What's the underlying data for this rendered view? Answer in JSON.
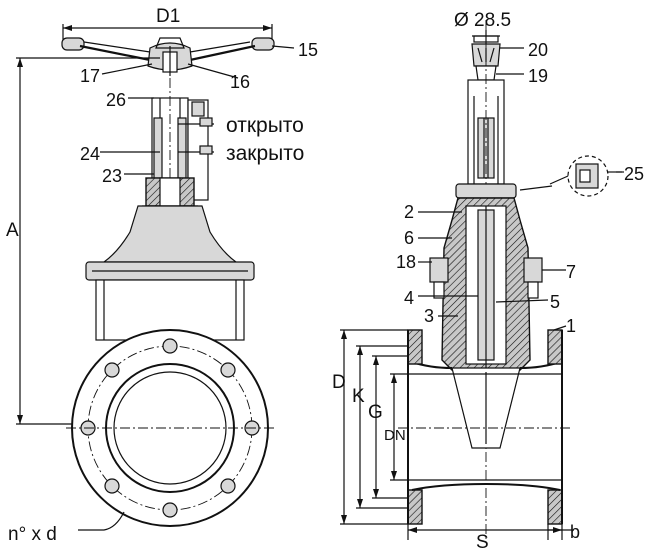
{
  "labels": {
    "d1": "D1",
    "a": "A",
    "diam": "Ø 28.5",
    "p15": "15",
    "p16": "16",
    "p17": "17",
    "p26": "26",
    "p24": "24",
    "p23": "23",
    "open": "открыто",
    "closed": "закрыто",
    "bolts": "n° x d",
    "p20": "20",
    "p19": "19",
    "p25": "25",
    "p2": "2",
    "p6": "6",
    "p18": "18",
    "p7": "7",
    "p4": "4",
    "p5": "5",
    "p3": "3",
    "p1": "1",
    "d": "D",
    "k": "K",
    "g": "G",
    "dn": "DN",
    "s": "S",
    "b": "b"
  },
  "colors": {
    "ink": "#111111",
    "fill": "#d8d8d8",
    "paper": "#ffffff"
  }
}
